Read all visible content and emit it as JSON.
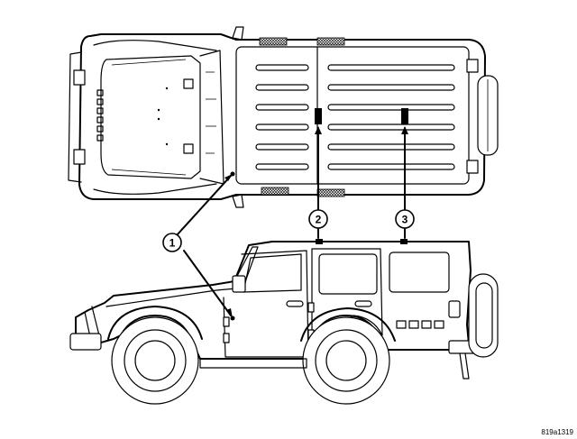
{
  "figure_id": "819a1319",
  "callouts": [
    {
      "number": "1"
    },
    {
      "number": "2"
    },
    {
      "number": "3"
    }
  ]
}
